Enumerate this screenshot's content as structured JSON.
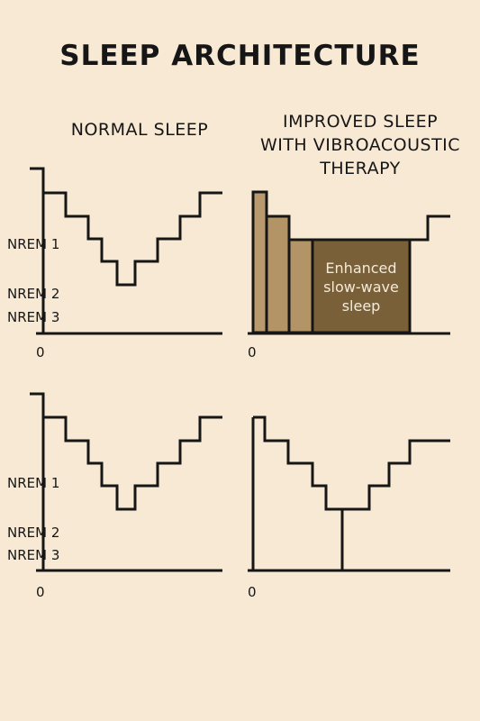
{
  "title": "SLEEP ARCHITECTURE",
  "columns": [
    {
      "heading": "NORMAL SLEEP"
    },
    {
      "heading_lines": [
        "IMPROVED SLEEP",
        "WITH VIBROACOUSTIC",
        "THERAPY"
      ]
    }
  ],
  "stage_labels": [
    "NREM 1",
    "NREM 2",
    "NREM 3"
  ],
  "axis_zero": "0",
  "annotation_lines": [
    "Enhanced",
    "slow-wave",
    "sleep"
  ],
  "colors": {
    "background": "#f8e9d4",
    "line": "#161616",
    "block_light": "#b99a6e",
    "block_mid": "#b29467",
    "block_dark": "#7a6039",
    "annotation_text": "#f4ead8"
  }
}
